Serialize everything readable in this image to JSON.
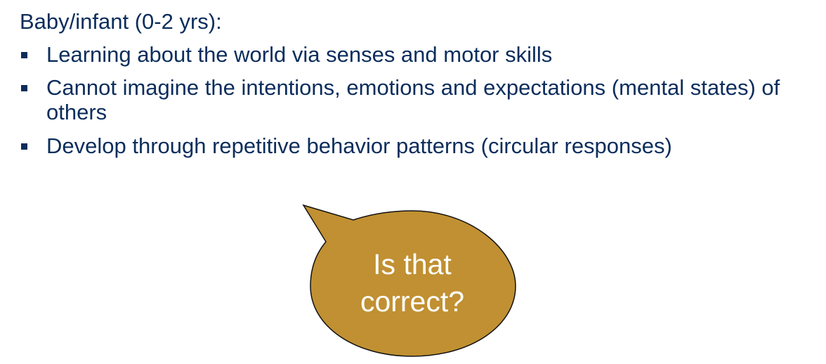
{
  "slide": {
    "heading": "Baby/infant (0-2 yrs):",
    "bullets": [
      {
        "text": "Learning about the world via senses and motor skills"
      },
      {
        "text": "Cannot imagine the intentions, emotions and expectations (mental states) of others"
      },
      {
        "text": "Develop through repetitive behavior patterns (circular responses)"
      }
    ],
    "callout": {
      "line1": "Is that",
      "line2": "correct?"
    }
  },
  "colors": {
    "text": "#0b2d5c",
    "bubble_fill": "#c09032",
    "bubble_stroke": "#111111",
    "bubble_text": "#ffffff"
  }
}
